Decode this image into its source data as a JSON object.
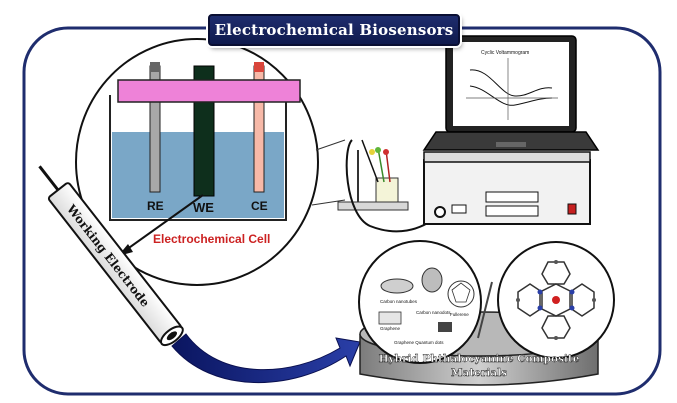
{
  "title": "Electrochemical Biosensors",
  "cell": {
    "electrodes": [
      "RE",
      "WE",
      "CE"
    ],
    "label": "Electrochemical Cell"
  },
  "working_electrode_label": "Working Electrode",
  "screen": {
    "title": "Cyclic Voltammogram"
  },
  "materials": {
    "label_line1": "Hybrid Phthalocyanine Composite",
    "label_line2": "Materials",
    "carbon_items": [
      "Carbon nanotubes",
      "Carbon nanodots",
      "Fullerene",
      "Graphene",
      "Graphene Quantum dots"
    ]
  },
  "colors": {
    "frame": "#1f2d6e",
    "solution": "#7aa7c7",
    "cap": "#ee82d8",
    "cell_label": "#cc2222"
  }
}
